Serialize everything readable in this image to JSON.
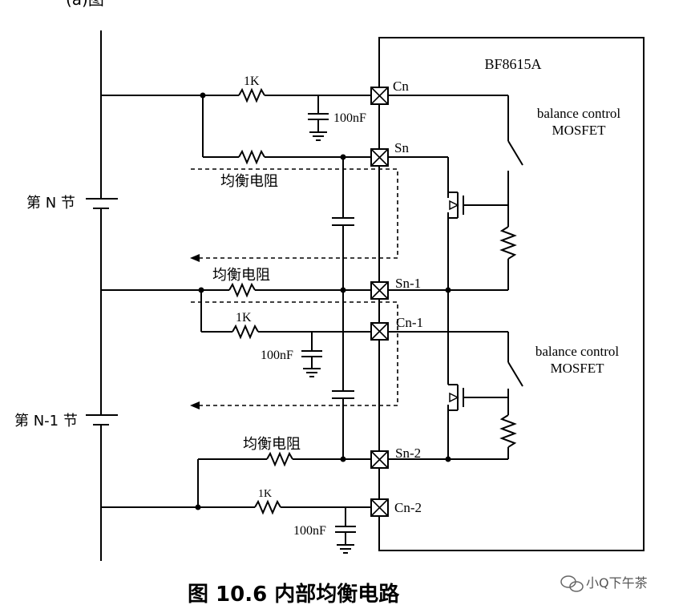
{
  "figure": {
    "top_label": "(a)图",
    "caption": "图 10.6  内部均衡电路",
    "watermark": "小Q下午茶"
  },
  "chip": {
    "name": "BF8615A"
  },
  "pins": {
    "cn": "Cn",
    "sn": "Sn",
    "sn_1": "Sn-1",
    "cn_1": "Cn-1",
    "sn_2": "Sn-2",
    "cn_2": "Cn-2"
  },
  "mosfet_labels": {
    "upper_line1": "balance control",
    "upper_line2": "MOSFET",
    "lower_line1": "balance control",
    "lower_line2": "MOSFET"
  },
  "cells": {
    "n": "第 N 节",
    "n_minus_1": "第 N-1 节"
  },
  "components": {
    "r1k_top": "1K",
    "c100n_top": "100nF",
    "r1k_mid": "1K",
    "c100n_mid": "100nF",
    "r1k_bottom": "1K",
    "c100n_bottom": "100nF",
    "balance_res_1": "均衡电阻",
    "balance_res_2": "均衡电阻",
    "balance_res_3": "均衡电阻"
  }
}
